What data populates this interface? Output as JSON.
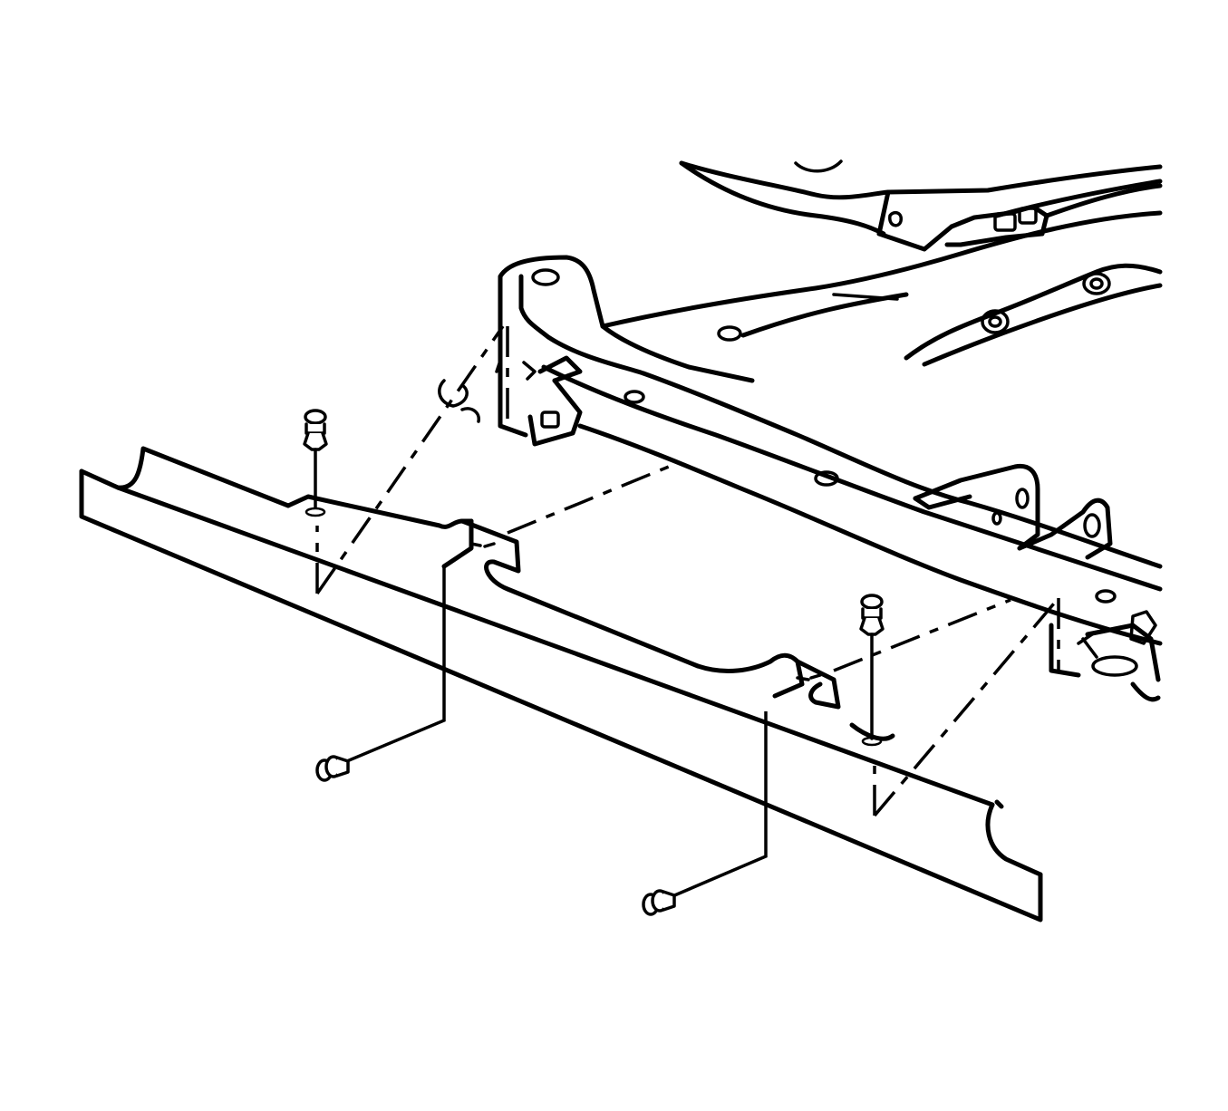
{
  "figure": {
    "background": "#ffffff",
    "line_color": "#000000",
    "parts": [
      {
        "name": "frame-crossmember",
        "kind": "structure"
      },
      {
        "name": "rear-frame-rail",
        "kind": "structure"
      },
      {
        "name": "splash-shield",
        "kind": "panel"
      },
      {
        "name": "push-pin-retainer",
        "count": 2
      },
      {
        "name": "push-in-fastener",
        "count": 2
      }
    ],
    "callouts": []
  }
}
